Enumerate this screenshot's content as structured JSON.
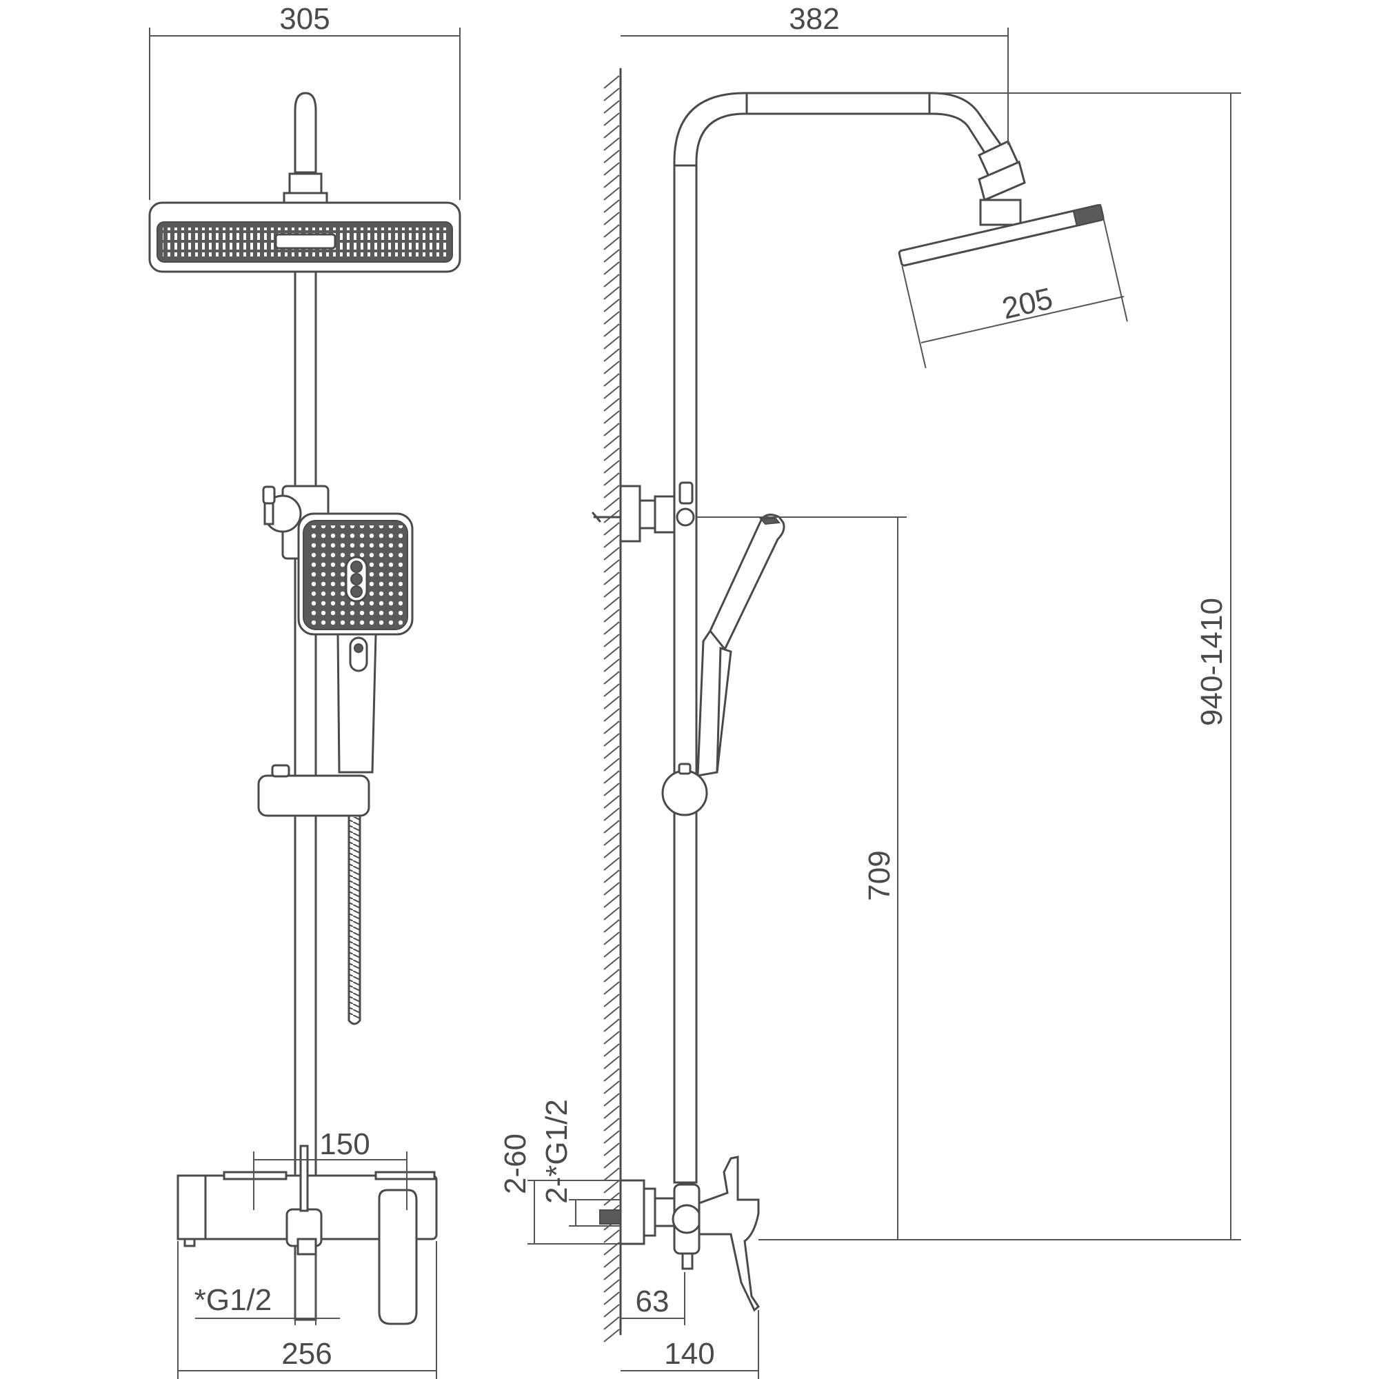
{
  "colors": {
    "line": "#4a4a4a",
    "fill": "#5a5a5a",
    "background": "#ffffff"
  },
  "dimensions": {
    "front_head_width": "305",
    "side_projection": "382",
    "head_diameter": "205",
    "height_range": "940-1410",
    "bracket_height": "709",
    "mixer_centers": "150",
    "mixer_length": "256",
    "outlet_thread": "*G1/2",
    "offset_range": "2-60",
    "inlet_thread": "2-*G1/2",
    "wall_to_centre": "63",
    "wall_to_front": "140"
  }
}
